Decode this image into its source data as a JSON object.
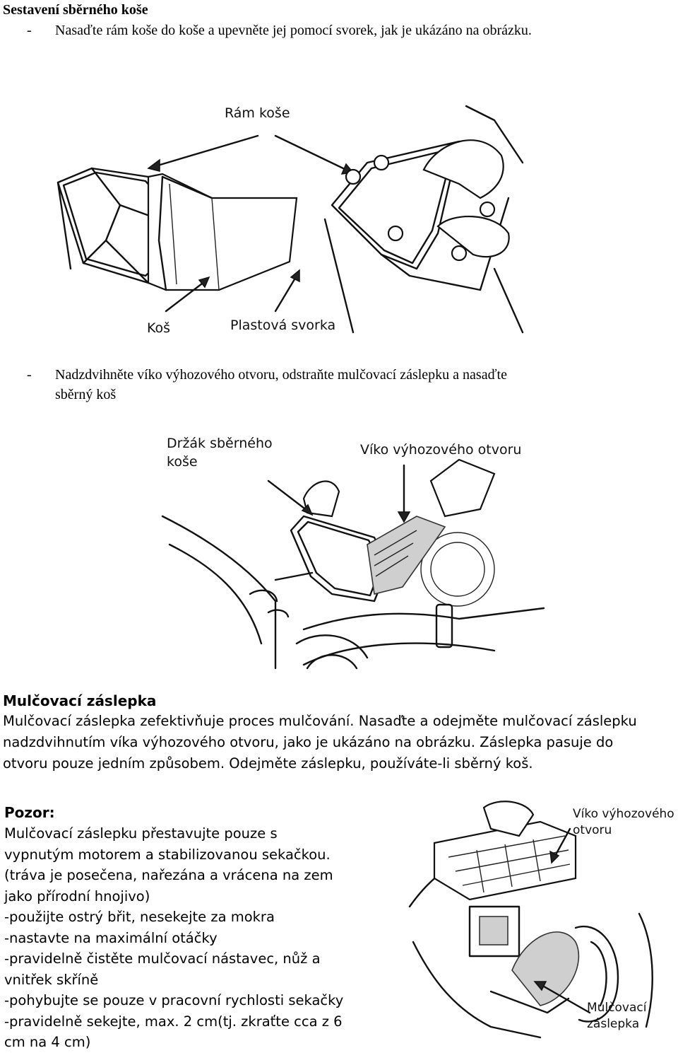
{
  "section1": {
    "title": "Sestavení sběrného koše",
    "bullet1": "Nasaďte rám koše do koše a upevněte jej pomocí svorek, jak je ukázáno na obrázku.",
    "bullet2_line1": "Nadzdvihněte víko výhozového otvoru, odstraňte mulčovací záslepku a nasaďte",
    "bullet2_line2": "sběrný koš",
    "dash": "-"
  },
  "figure1": {
    "label_frame": "Rám koše",
    "label_basket": "Koš",
    "label_clip": "Plastová svorka"
  },
  "figure2": {
    "label_holder_line1": "Držák sběrného",
    "label_holder_line2": "koše",
    "label_lid": "Víko výhozového otvoru"
  },
  "section2": {
    "title": "Mulčovací záslepka",
    "lines": [
      "Mulčovací záslepka zefektivňuje proces mulčování. Nasaďte a odejměte mulčovací záslepku",
      "nadzdvihnutím víka výhozového otvoru, jako je ukázáno na obrázku. Záslepka pasuje do",
      "otvoru pouze jedním způsobem. Odejměte záslepku, používáte-li sběrný koš."
    ]
  },
  "section3": {
    "title": "Pozor:",
    "lines": [
      "Mulčovací záslepku přestavujte pouze s",
      "vypnutým motorem a stabilizovanou sekačkou.",
      "(tráva je posečena, nařezána a vrácena na zem",
      "jako přírodní hnojivo)",
      "-použijte ostrý břit, nesekejte za mokra",
      "-nastavte na maximální otáčky",
      "-pravidelně čistěte mulčovací nástavec, nůž a",
      "vnitřek skříně",
      "-pohybujte se pouze v pracovní rychlosti sekačky",
      "-pravidelně sekejte, max. 2 cm(tj. zkraťte cca z 6",
      "cm na 4 cm)"
    ]
  },
  "figure3": {
    "label_lid_line1": "Víko výhozového",
    "label_lid_line2": "otvoru",
    "label_plug_line1": "Mulčovací",
    "label_plug_line2": "záslepka"
  }
}
